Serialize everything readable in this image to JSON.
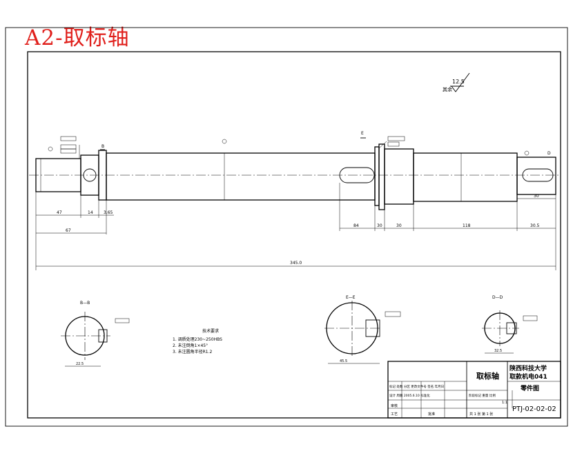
{
  "stamp_title": "A2-取标轴",
  "roughness": {
    "label": "其余",
    "value": "12.5"
  },
  "section_labels": {
    "b": "B—B",
    "e": "E—E",
    "d": "D—D"
  },
  "cut_marks": {
    "b": "B",
    "e": "E",
    "d": "D"
  },
  "dimensions": {
    "d_left": "47",
    "d_14": "14",
    "d_365": "3.65",
    "d_67": "67",
    "d_84": "84",
    "d_30a": "30",
    "d_118": "118",
    "d_305": "30.5",
    "d_30b": "30",
    "d_total": "345.0",
    "d_b_section": "22.5",
    "d_e_section": "45.5",
    "d_d_section": "32.5"
  },
  "notes": {
    "heading": "技术要求",
    "items": [
      "1.  调质处理230~250HBS",
      "2.  未注倒角1×45°",
      "3.  未注圆角半径R1.2"
    ]
  },
  "title_block": {
    "part_name": "取标轴",
    "school_line1": "陕西科技大学",
    "school_line2": "取款机电041",
    "drawing_type": "零件图",
    "drawing_number": "PTJ-02-02-02",
    "scale": "1:1",
    "material_row": "标记 处数 分区 更改文件号 签名 年月日",
    "design_row": "设计 周鹏 2005.6.10 标准化",
    "stage_row": "阶段标记 重量 比例",
    "review": "审核",
    "process": "工艺",
    "approve": "批准",
    "sheets": "共 1 张  第 1 张"
  }
}
